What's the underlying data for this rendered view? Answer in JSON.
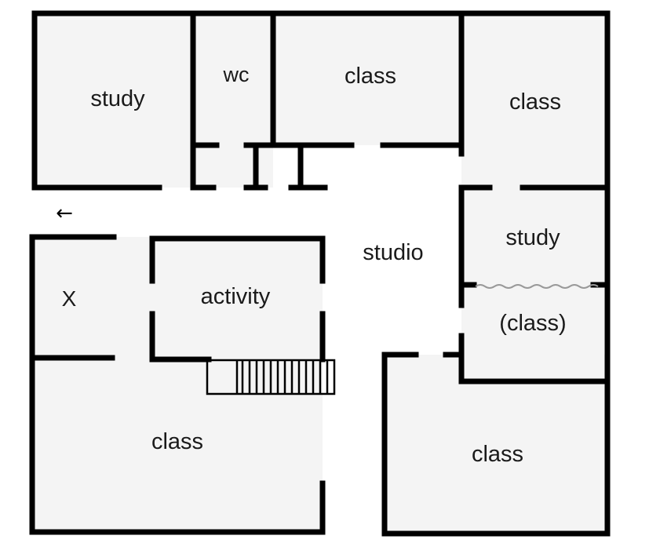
{
  "floorplan": {
    "rooms": {
      "study_nw": "study",
      "wc": "wc",
      "class_top_mid": "class",
      "class_top_right": "class",
      "study_right": "study",
      "class_right_paren": "(class)",
      "studio": "studio",
      "activity": "activity",
      "marker_x": "X",
      "class_bottom_left": "class",
      "class_bottom_right": "class"
    },
    "exit_arrow": "←"
  },
  "colors": {
    "wall": "#000000",
    "room_fill": "#f4f4f4",
    "partition": "#999999"
  }
}
